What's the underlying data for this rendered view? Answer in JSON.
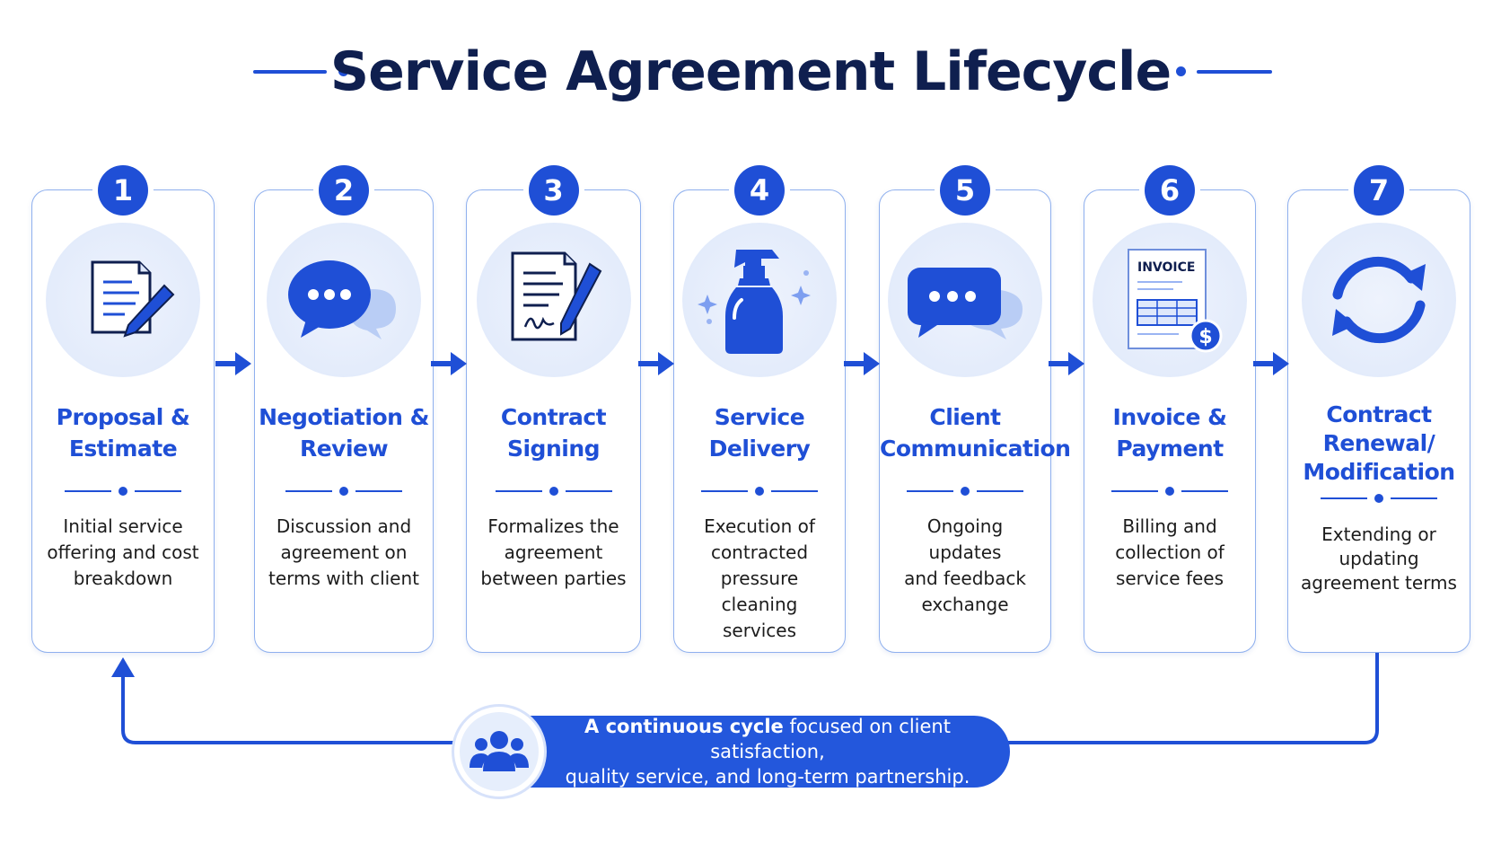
{
  "title": "Service Agreement Lifecycle",
  "colors": {
    "accent": "#1f4fd6",
    "title": "#0f1f4f",
    "card_border": "#8fb0ee",
    "banner": "#2357dc"
  },
  "steps": [
    {
      "number": "1",
      "title_lines": [
        "Proposal &",
        "Estimate"
      ],
      "desc_lines": [
        "Initial service",
        "offering and cost",
        "breakdown"
      ],
      "icon": "document-pencil-icon"
    },
    {
      "number": "2",
      "title_lines": [
        "Negotiation &",
        "Review"
      ],
      "desc_lines": [
        "Discussion and",
        "agreement on",
        "terms with client"
      ],
      "icon": "chat-bubbles-icon"
    },
    {
      "number": "3",
      "title_lines": [
        "Contract",
        "Signing"
      ],
      "desc_lines": [
        "Formalizes the",
        "agreement",
        "between parties"
      ],
      "icon": "signed-contract-icon"
    },
    {
      "number": "4",
      "title_lines": [
        "Service",
        "Delivery"
      ],
      "desc_lines": [
        "Execution of",
        "contracted",
        "pressure cleaning",
        "services"
      ],
      "icon": "spray-bottle-icon"
    },
    {
      "number": "5",
      "title_lines": [
        "Client",
        "Communication"
      ],
      "desc_lines": [
        "Ongoing updates",
        "and feedback",
        "exchange"
      ],
      "icon": "message-bubbles-icon"
    },
    {
      "number": "6",
      "title_lines": [
        "Invoice &",
        "Payment"
      ],
      "desc_lines": [
        "Billing and",
        "collection of",
        "service fees"
      ],
      "icon": "invoice-icon",
      "icon_text": "INVOICE",
      "icon_symbol": "$"
    },
    {
      "number": "7",
      "title_lines": [
        "Contract",
        "Renewal/",
        "Modification"
      ],
      "desc_lines": [
        "Extending or",
        "updating",
        "agreement terms"
      ],
      "icon": "renewal-cycle-icon"
    }
  ],
  "summary": {
    "bold": "A continuous cycle",
    "rest_line1": " focused on client satisfaction,",
    "line2": "quality service, and long-term partnership.",
    "icon": "people-group-icon"
  }
}
